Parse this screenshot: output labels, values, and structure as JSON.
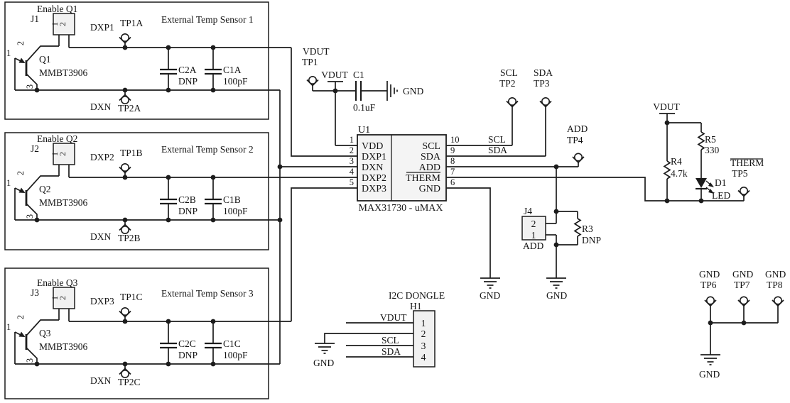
{
  "nets": {
    "vdut": "VDUT",
    "scl": "SCL",
    "sda": "SDA",
    "gnd": "GND",
    "add": "ADD",
    "therm": "THERM"
  },
  "blocks": [
    {
      "title": "External Temp Sensor 1",
      "enable": "Enable Q1",
      "jumper_ref": "J1",
      "jumper_pin1": "1",
      "jumper_pin2": "2",
      "q_ref": "Q1",
      "q_part": "MMBT3906",
      "q_pin1": "1",
      "q_pin2": "2",
      "q_pin3": "3",
      "dxp": "DXP1",
      "tp_top": "TP1A",
      "dxn": "DXN",
      "tp_bottom": "TP2A",
      "c2_ref": "C2A",
      "c2_val": "DNP",
      "c1_ref": "C1A",
      "c1_val": "100pF"
    },
    {
      "title": "External Temp Sensor 2",
      "enable": "Enable Q2",
      "jumper_ref": "J2",
      "jumper_pin1": "1",
      "jumper_pin2": "2",
      "q_ref": "Q2",
      "q_part": "MMBT3906",
      "q_pin1": "1",
      "q_pin2": "2",
      "q_pin3": "3",
      "dxp": "DXP2",
      "tp_top": "TP1B",
      "dxn": "DXN",
      "tp_bottom": "TP2B",
      "c2_ref": "C2B",
      "c2_val": "DNP",
      "c1_ref": "C1B",
      "c1_val": "100pF"
    },
    {
      "title": "External Temp Sensor 3",
      "enable": "Enable Q3",
      "jumper_ref": "J3",
      "jumper_pin1": "1",
      "jumper_pin2": "2",
      "q_ref": "Q3",
      "q_part": "MMBT3906",
      "q_pin1": "1",
      "q_pin2": "2",
      "q_pin3": "3",
      "dxp": "DXP3",
      "tp_top": "TP1C",
      "dxn": "DXN",
      "tp_bottom": "TP2C",
      "c2_ref": "C2C",
      "c2_val": "DNP",
      "c1_ref": "C1C",
      "c1_val": "100pF"
    }
  ],
  "supply": {
    "tp_net": "VDUT",
    "tp_ref": "TP1",
    "cap_ref": "C1",
    "cap_val": "0.1uF"
  },
  "u1": {
    "ref": "U1",
    "part": "MAX31730 - uMAX",
    "left_pins": [
      {
        "num": "1",
        "name": "VDD"
      },
      {
        "num": "2",
        "name": "DXP1"
      },
      {
        "num": "3",
        "name": "DXN"
      },
      {
        "num": "4",
        "name": "DXP2"
      },
      {
        "num": "5",
        "name": "DXP3"
      }
    ],
    "right_pins": [
      {
        "num": "10",
        "name": "SCL"
      },
      {
        "num": "9",
        "name": "SDA"
      },
      {
        "num": "8",
        "name": "ADD"
      },
      {
        "num": "7",
        "name": "THERM"
      },
      {
        "num": "6",
        "name": "GND"
      }
    ]
  },
  "tp": {
    "tp2": {
      "net": "SCL",
      "ref": "TP2"
    },
    "tp3": {
      "net": "SDA",
      "ref": "TP3"
    },
    "tp4": {
      "net": "ADD",
      "ref": "TP4"
    },
    "tp5": {
      "net": "THERM",
      "ref": "TP5"
    },
    "tp6": {
      "net": "GND",
      "ref": "TP6"
    },
    "tp7": {
      "net": "GND",
      "ref": "TP7"
    },
    "tp8": {
      "net": "GND",
      "ref": "TP8"
    }
  },
  "add_circuit": {
    "jumper_ref": "J4",
    "pin_top": "2",
    "pin_bottom": "1",
    "label": "ADD",
    "r3_ref": "R3",
    "r3_val": "DNP"
  },
  "led_circuit": {
    "r5_ref": "R5",
    "r5_val": "330",
    "r4_ref": "R4",
    "r4_val": "4.7k",
    "d1_ref": "D1",
    "d1_val": "LED"
  },
  "dongle": {
    "title": "I2C DONGLE",
    "ref": "H1",
    "pin1": "1",
    "pin2": "2",
    "pin3": "3",
    "pin4": "4"
  }
}
